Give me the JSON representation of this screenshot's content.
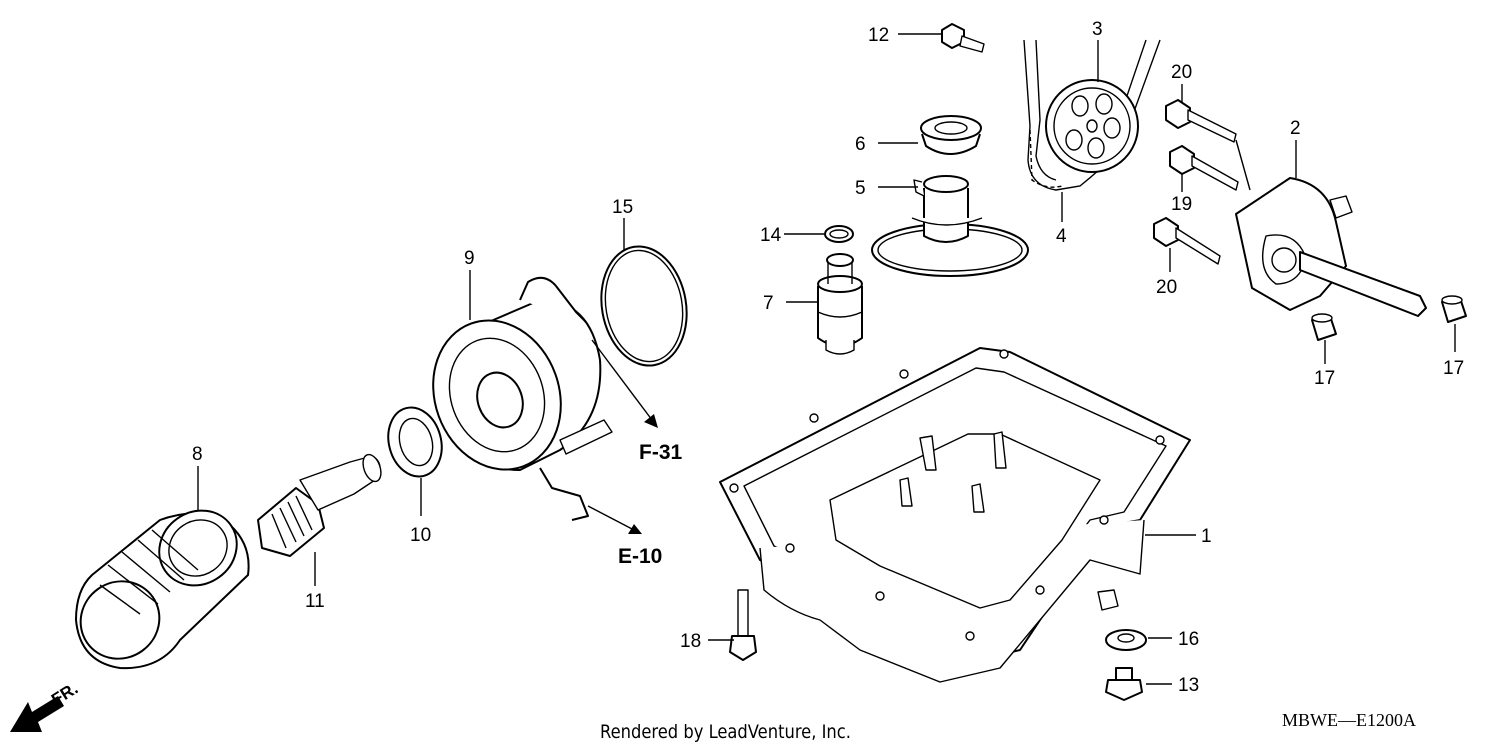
{
  "labels": {
    "l1": "1",
    "l2": "2",
    "l3": "3",
    "l4": "4",
    "l5": "5",
    "l6": "6",
    "l7": "7",
    "l8": "8",
    "l9": "9",
    "l10": "10",
    "l11": "11",
    "l12": "12",
    "l13": "13",
    "l14": "14",
    "l15": "15",
    "l16": "16",
    "l17a": "17",
    "l17b": "17",
    "l18": "18",
    "l19": "19",
    "l20a": "20",
    "l20b": "20"
  },
  "references": {
    "f31": "F-31",
    "e10": "E-10"
  },
  "front_marker": "FR.",
  "diagram_code": "MBWE—E1200A",
  "credit": "Rendered by LeadVenture, Inc."
}
